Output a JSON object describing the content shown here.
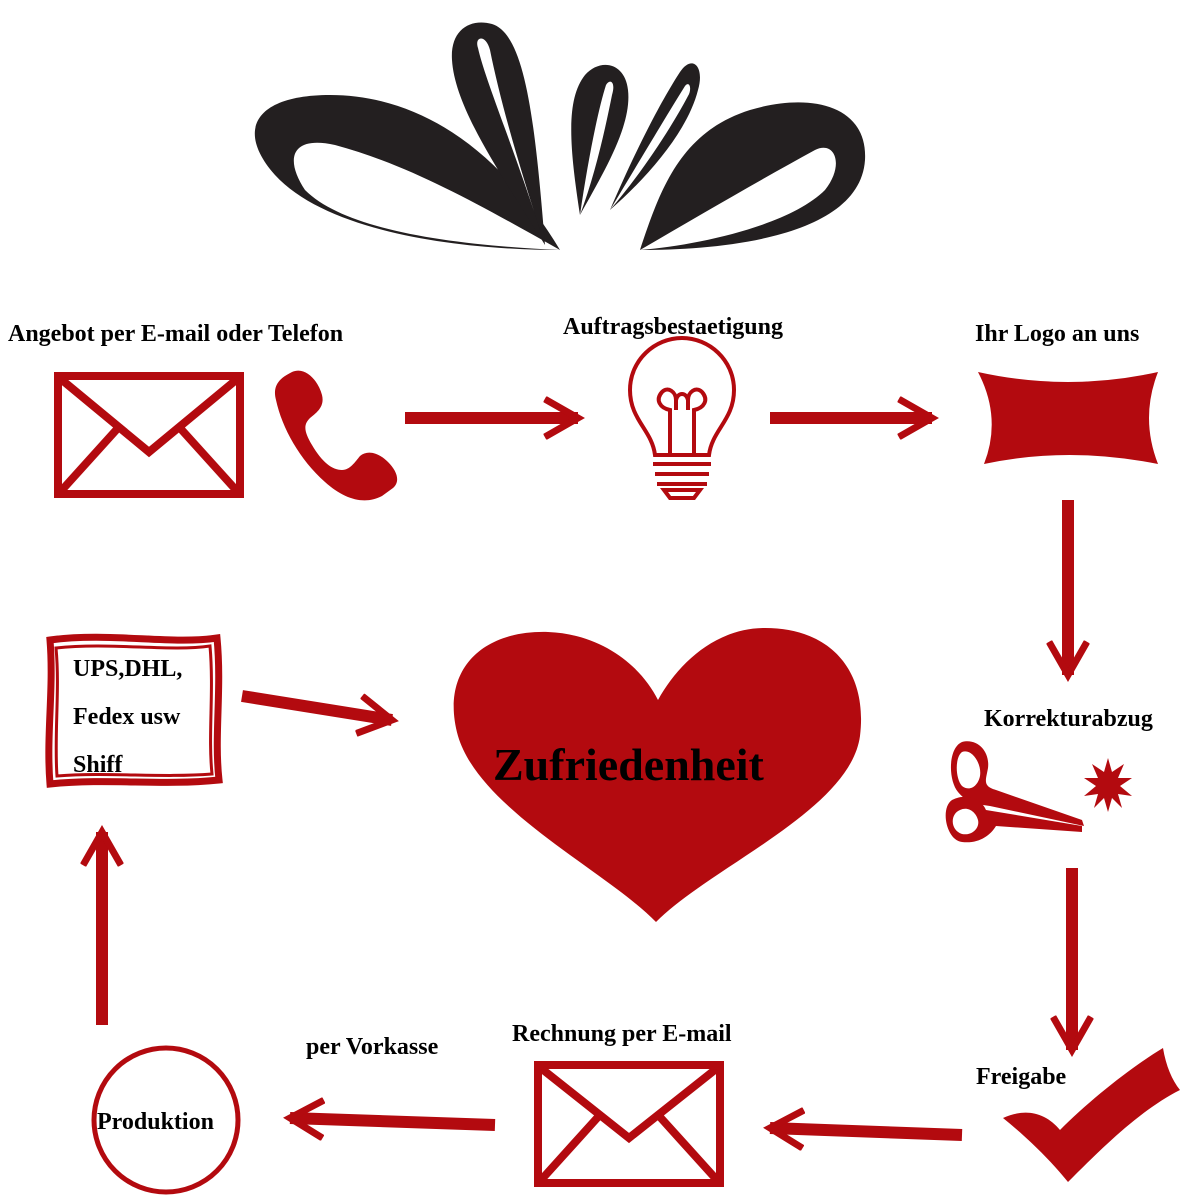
{
  "colors": {
    "accent": "#b30a0f",
    "ribbon": "#231f20",
    "text": "#000000",
    "background": "#ffffff"
  },
  "steps": {
    "angebot": {
      "label": "Angebot per E-mail oder Telefon",
      "icons": [
        "envelope-icon",
        "phone-icon"
      ]
    },
    "auftrag": {
      "label": "Auftragsbestaetigung",
      "icon": "lightbulb-icon"
    },
    "logo": {
      "label": "Ihr Logo an uns",
      "icon": "banner-icon"
    },
    "korrektur": {
      "label": "Korrekturabzug",
      "icons": [
        "scissors-icon",
        "star-icon"
      ]
    },
    "freigabe": {
      "label": "Freigabe",
      "icon": "checkmark-icon"
    },
    "rechnung": {
      "label": "Rechnung per E-mail",
      "icon": "envelope-icon"
    },
    "vorkasse": {
      "label": "per Vorkasse"
    },
    "produktion": {
      "label": "Produktion",
      "icon": "circle-icon"
    },
    "versand": {
      "lines": [
        "UPS,DHL,",
        "Fedex usw",
        "Shiff"
      ],
      "icon": "box-frame-icon"
    }
  },
  "center": {
    "label": "Zufriedenheit",
    "icon": "heart-icon"
  },
  "decoration": {
    "icon": "ribbon-bow-icon"
  }
}
